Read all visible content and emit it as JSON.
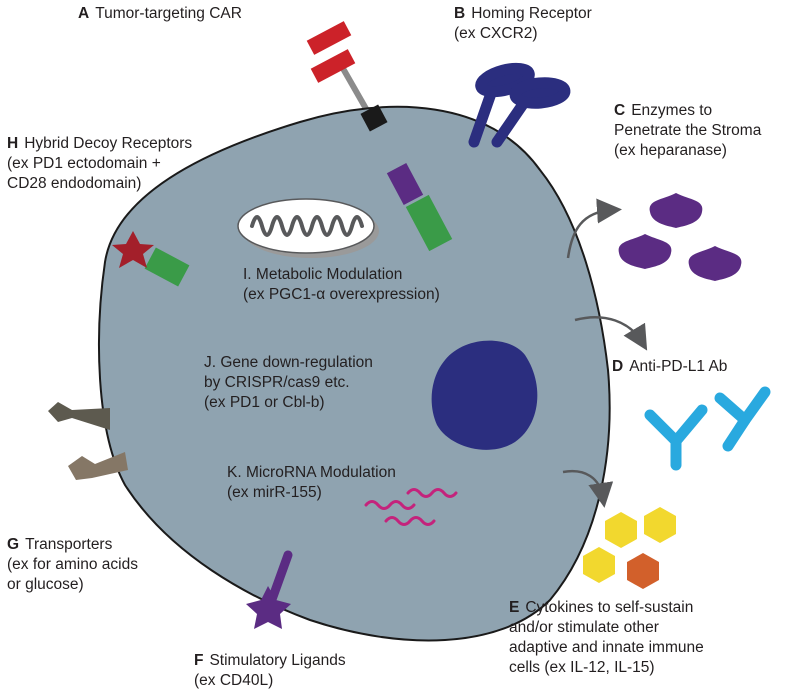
{
  "labels": {
    "A": {
      "letter": "A",
      "lines": [
        "Tumor-targeting CAR"
      ]
    },
    "B": {
      "letter": "B",
      "lines": [
        "Homing Receptor",
        "(ex CXCR2)"
      ]
    },
    "C": {
      "letter": "C",
      "lines": [
        "Enzymes to",
        "Penetrate the Stroma",
        "(ex heparanase)"
      ]
    },
    "D": {
      "letter": "D",
      "lines": [
        "Anti-PD-L1 Ab"
      ]
    },
    "E": {
      "letter": "E",
      "lines": [
        "Cytokines to self-sustain",
        "and/or stimulate other",
        "adaptive and innate immune",
        "cells (ex IL-12, IL-15)"
      ]
    },
    "F": {
      "letter": "F",
      "lines": [
        "Stimulatory Ligands",
        "(ex CD40L)"
      ]
    },
    "G": {
      "letter": "G",
      "lines": [
        "Transporters",
        "(ex for amino acids",
        "or glucose)"
      ]
    },
    "H": {
      "letter": "H",
      "lines": [
        "Hybrid Decoy Receptors",
        "(ex PD1 ectodomain +",
        "CD28 endodomain)"
      ]
    },
    "I": {
      "lines": [
        "I. Metabolic Modulation",
        "(ex PGC1-α overexpression)"
      ]
    },
    "J": {
      "lines": [
        "J. Gene down-regulation",
        "by CRISPR/cas9 etc.",
        "(ex PD1 or Cbl-b)"
      ]
    },
    "K": {
      "lines": [
        "K. MicroRNA Modulation",
        "(ex mirR-155)"
      ]
    }
  },
  "colors": {
    "cell_fill": "#8fa3b0",
    "cell_stroke": "#1a1a1a",
    "car_red": "#cc2229",
    "car_black": "#1a1a1a",
    "car_purple": "#5b2c83",
    "car_green": "#3a9b48",
    "receptor_navy": "#2b2e7f",
    "nucleus_navy": "#2b2e7f",
    "enzyme_purple": "#5b2c83",
    "antibody_blue": "#29a9df",
    "cytokine_yellow": "#f2d82e",
    "cytokine_orange": "#d2602b",
    "decoy_star_red": "#a31f2a",
    "decoy_green": "#3a9b48",
    "transporter_dark": "#5d5a4f",
    "transporter_brown": "#857766",
    "ligand_purple": "#5b2c83",
    "microrna_magenta": "#c4237c"
  }
}
